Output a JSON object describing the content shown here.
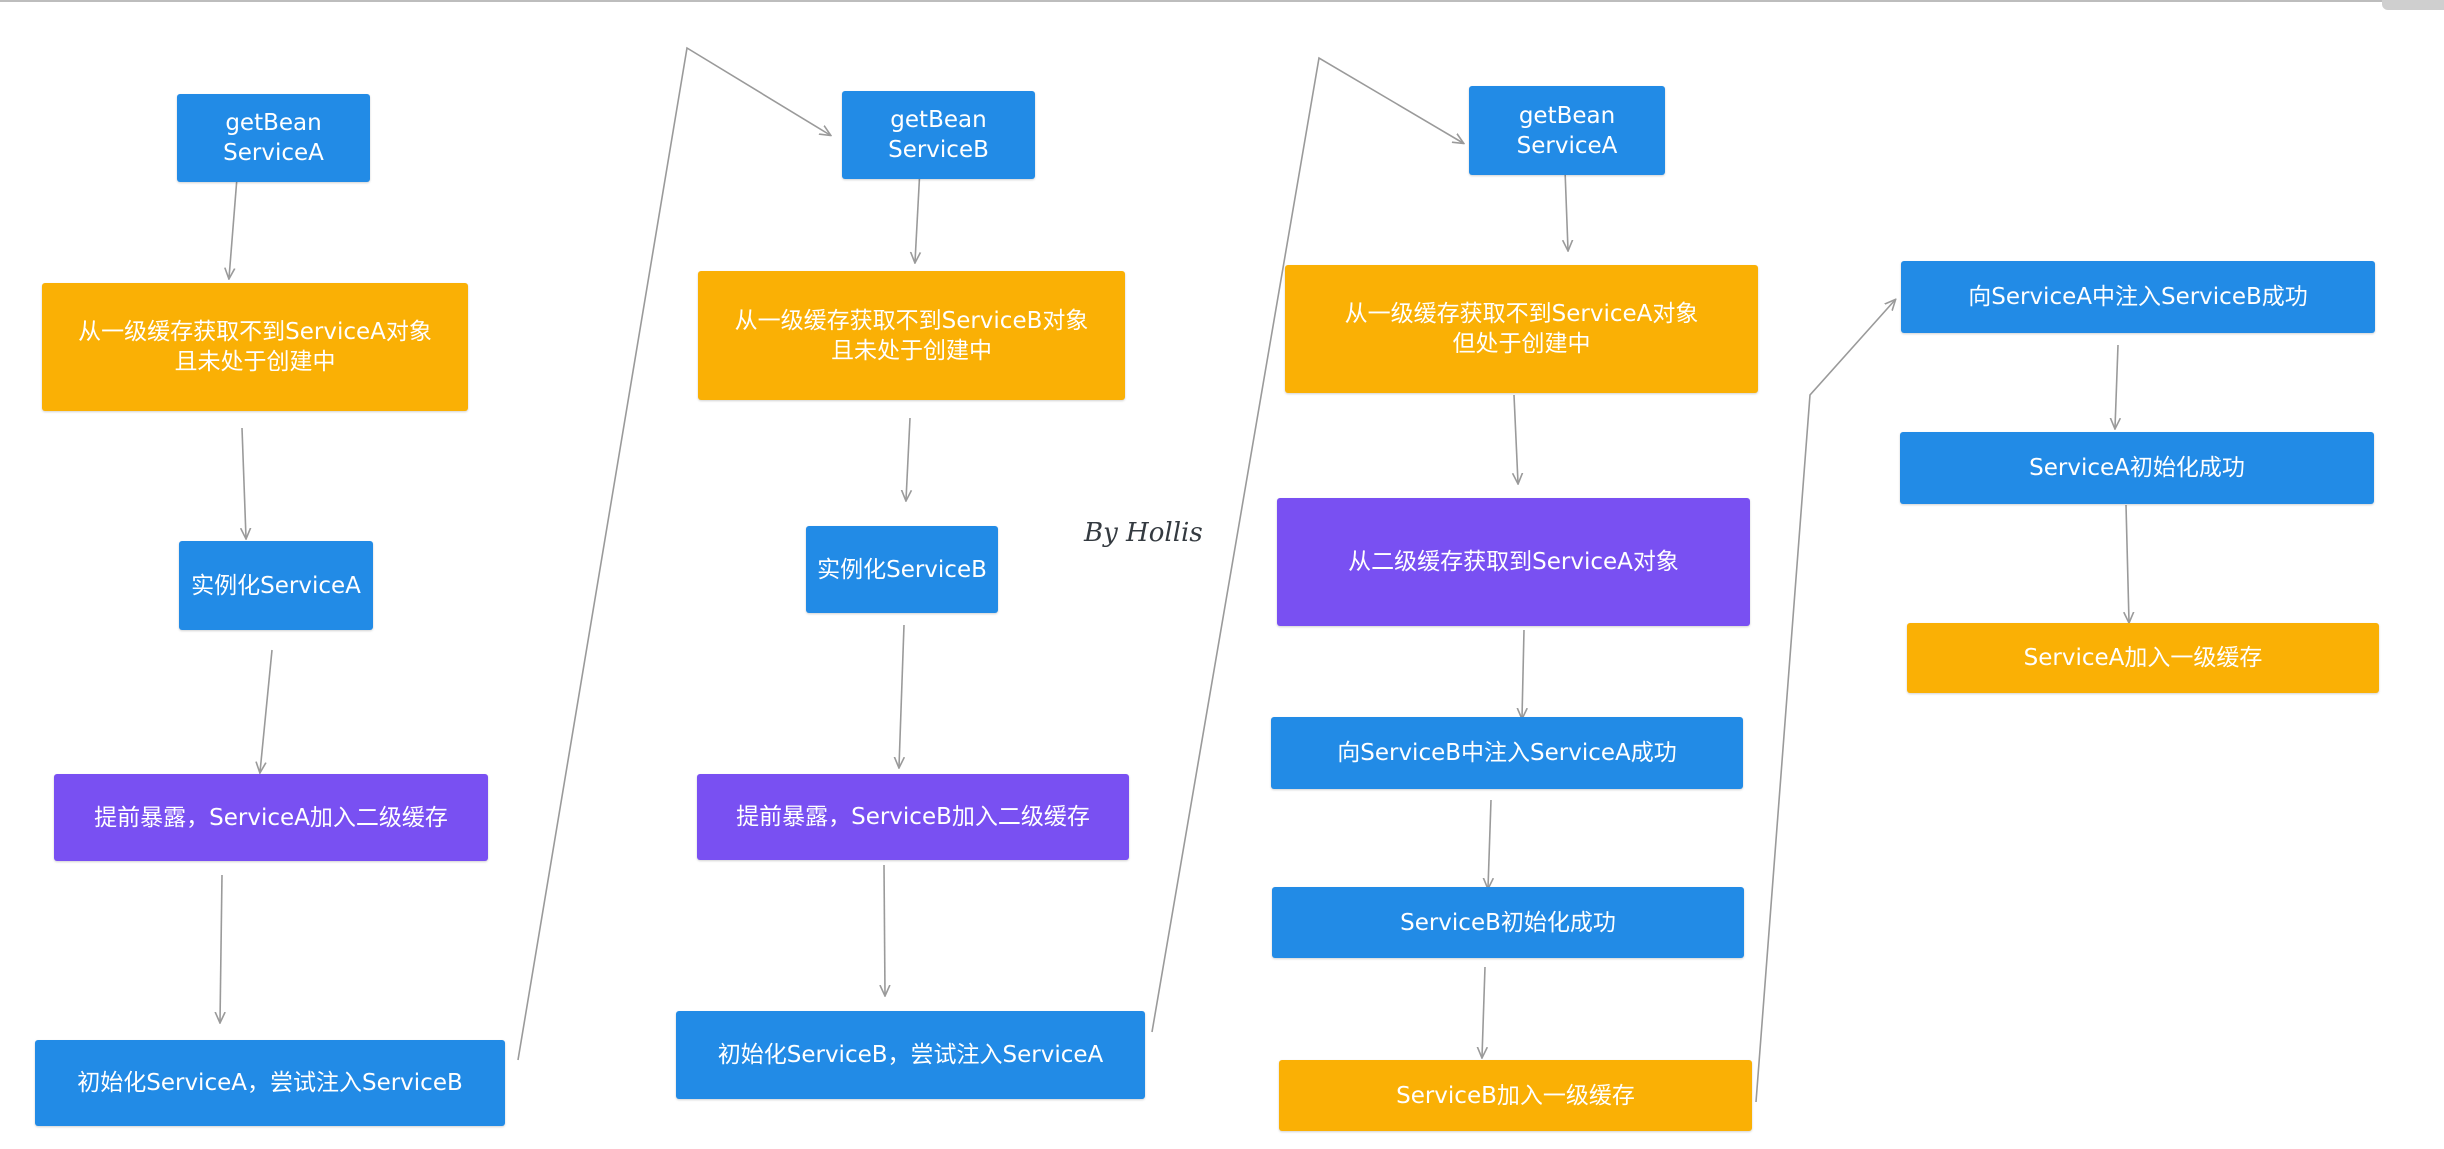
{
  "nodes": {
    "col1_getbean": "getBean\nServiceA",
    "col1_cache_miss": "从一级缓存获取不到ServiceA对象\n且未处于创建中",
    "col1_instantiate": "实例化ServiceA",
    "col1_expose": "提前暴露，ServiceA加入二级缓存",
    "col1_init": "初始化ServiceA，尝试注入ServiceB",
    "col2_getbean": "getBean\nServiceB",
    "col2_cache_miss": "从一级缓存获取不到ServiceB对象\n且未处于创建中",
    "col2_instantiate": "实例化ServiceB",
    "col2_expose": "提前暴露，ServiceB加入二级缓存",
    "col2_init": "初始化ServiceB，尝试注入ServiceA",
    "col3_getbean": "getBean\nServiceA",
    "col3_cache_miss": "从一级缓存获取不到ServiceA对象\n但处于创建中",
    "col3_second_cache": "从二级缓存获取到ServiceA对象",
    "col3_inject": "向ServiceB中注入ServiceA成功",
    "col3_init_done": "ServiceB初始化成功",
    "col3_add_cache": "ServiceB加入一级缓存",
    "col4_inject": "向ServiceA中注入ServiceB成功",
    "col4_init_done": "ServiceA初始化成功",
    "col4_add_cache": "ServiceA加入一级缓存"
  },
  "signature": "By Hollis",
  "colors": {
    "blue": "#228be6",
    "orange": "#fab005",
    "purple": "#7950f2",
    "arrow": "#9a9a9a"
  }
}
